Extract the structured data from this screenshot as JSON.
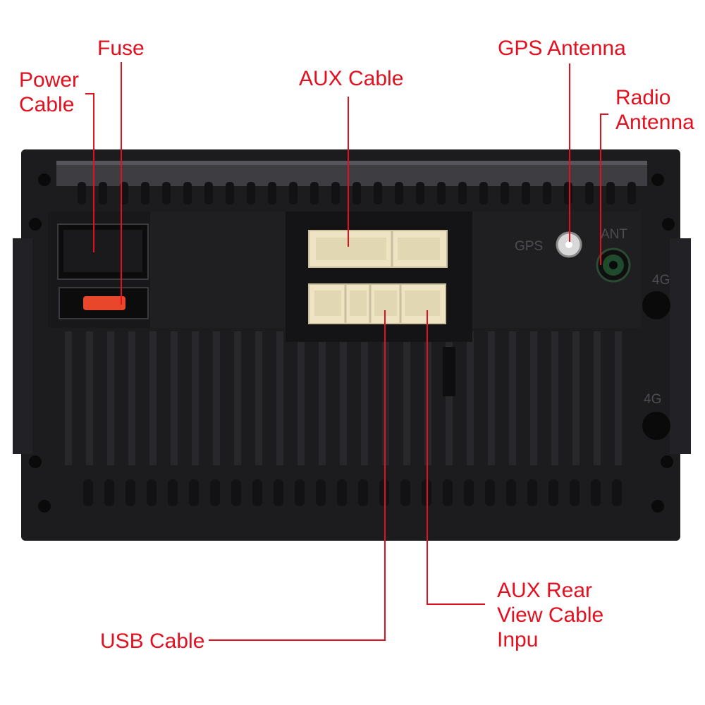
{
  "labels": {
    "fuse": "Fuse",
    "power_cable": [
      "Power",
      "Cable"
    ],
    "aux_cable": "AUX Cable",
    "gps_antenna": "GPS Antenna",
    "radio_antenna": [
      "Radio",
      "Antenna"
    ],
    "usb_cable": "USB Cable",
    "aux_rear_view": [
      "AUX Rear",
      "View Cable",
      "Inpu"
    ]
  },
  "device_markings": {
    "gps": "GPS",
    "ant": "ANT",
    "fourg_top": "4G",
    "fourg_bottom": "4G"
  },
  "colors": {
    "label_red": "#e3101f",
    "chassis": "#1c1c1f",
    "connector_beige": "#eee4c4",
    "fuse_red": "#e8472c"
  }
}
